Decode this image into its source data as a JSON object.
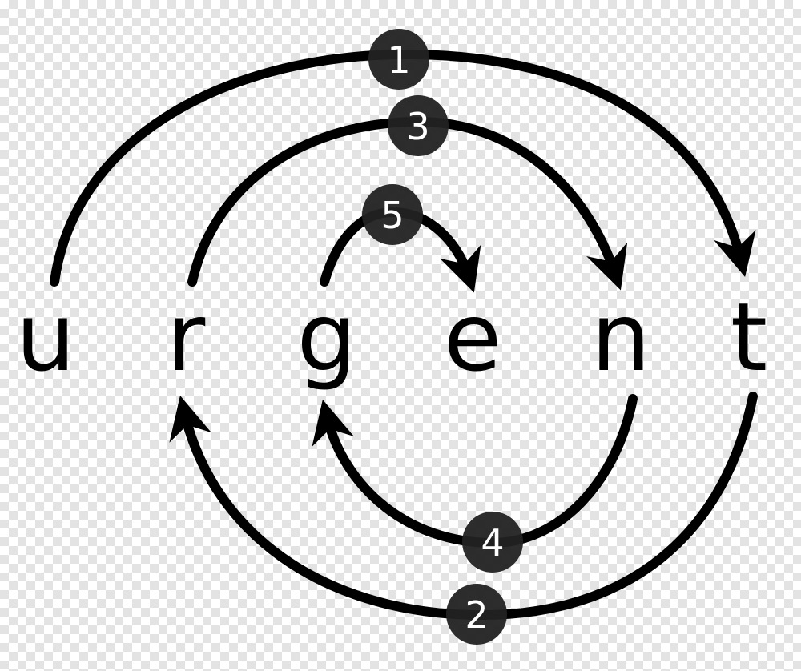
{
  "word": [
    "u",
    "r",
    "g",
    "e",
    "n",
    "t"
  ],
  "steps": [
    "1",
    "2",
    "3",
    "4",
    "5"
  ],
  "colors": {
    "stroke": "#000000",
    "badge": "#222222",
    "badge_text": "#ffffff"
  }
}
